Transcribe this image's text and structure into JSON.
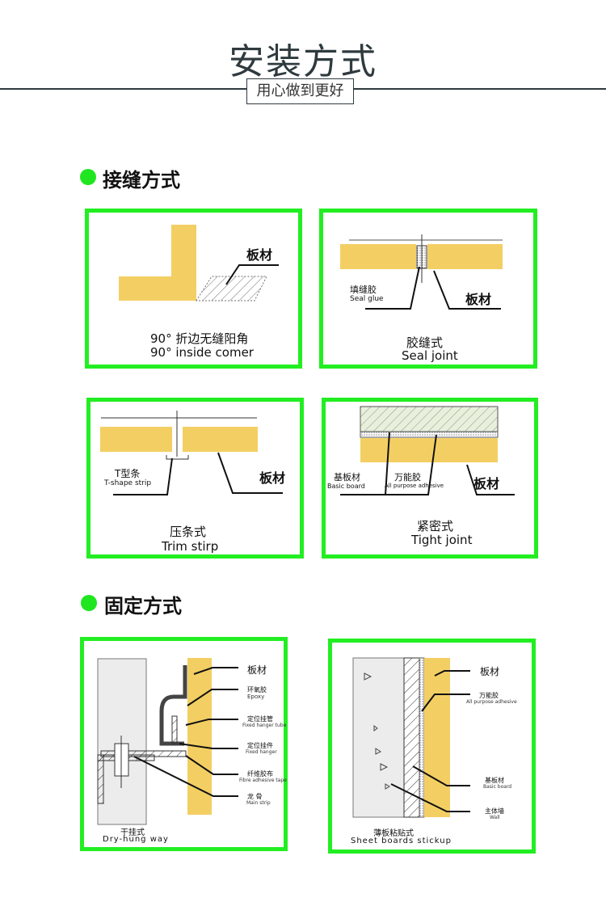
{
  "header": {
    "title": "安装方式",
    "subtitle": "用心做到更好"
  },
  "colors": {
    "accent": "#22ee22",
    "board": "#f3cf63"
  },
  "section1": {
    "heading": "接缝方式",
    "panels": [
      {
        "label": "板材",
        "caption_cn": "90°  折边无缝阳角",
        "caption_en": "90°  inside comer"
      },
      {
        "label": "板材",
        "glue_cn": "填缝胶",
        "glue_en": "Seal glue",
        "caption_cn": "胶缝式",
        "caption_en": "Seal joint"
      },
      {
        "label": "板材",
        "strip_cn": "T型条",
        "strip_en": "T-shape strip",
        "caption_cn": "压条式",
        "caption_en": "Trim stirp"
      },
      {
        "label": "板材",
        "base_cn": "基板材",
        "base_en": "Basic board",
        "adh_cn": "万能胶",
        "adh_en": "All purpose adhesive",
        "caption_cn": "紧密式",
        "caption_en": "Tight joint"
      }
    ]
  },
  "section2": {
    "heading": "固定方式",
    "panels": [
      {
        "labels": [
          {
            "cn": "板材",
            "en": ""
          },
          {
            "cn": "环氧胶",
            "en": "Epoxy"
          },
          {
            "cn": "定位挂管",
            "en": "Fixed hanger tube"
          },
          {
            "cn": "定位挂件",
            "en": "Fixed hanger"
          },
          {
            "cn": "纤维胶布",
            "en": "Fibre adhesive tape"
          },
          {
            "cn": "龙  骨",
            "en": "Main strip"
          }
        ],
        "caption_cn": "干挂式",
        "caption_en": "Dry-hung way"
      },
      {
        "labels": [
          {
            "cn": "板材",
            "en": ""
          },
          {
            "cn": "万能胶",
            "en": "All purpose adhesive"
          },
          {
            "cn": "基板材",
            "en": "Basic board"
          },
          {
            "cn": "主体墙",
            "en": "Wall"
          }
        ],
        "caption_cn": "薄板粘贴式",
        "caption_en": "Sheet boards stickup"
      }
    ]
  }
}
